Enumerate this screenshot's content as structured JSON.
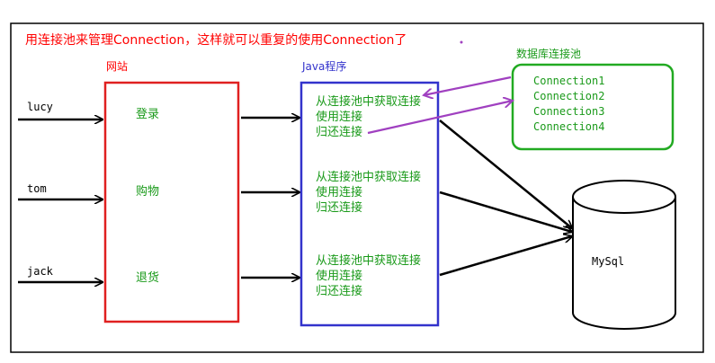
{
  "title": "用连接池来管理Connection，这样就可以重复的使用Connection了",
  "users": [
    "lucy",
    "tom",
    "jack"
  ],
  "website": {
    "label": "网站",
    "actions": [
      "登录",
      "购物",
      "退货"
    ]
  },
  "java_program": {
    "label": "Java程序",
    "blocks": [
      [
        "从连接池中获取连接",
        "使用连接",
        "归还连接"
      ],
      [
        "从连接池中获取连接",
        "使用连接",
        "归还连接"
      ],
      [
        "从连接池中获取连接",
        "使用连接",
        "归还连接"
      ]
    ]
  },
  "pool": {
    "label": "数据库连接池",
    "connections": [
      "Connection1",
      "Connection2",
      "Connection3",
      "Connection4"
    ]
  },
  "database": {
    "label": "MySql"
  },
  "colors": {
    "title": "#ff0000",
    "website_border": "#e02020",
    "java_border": "#3333cc",
    "pool_border": "#22aa22",
    "green_text": "#1a9a1a",
    "java_label": "#3333cc",
    "arrow_purple": "#a040c0",
    "arrow_black": "#000000"
  }
}
